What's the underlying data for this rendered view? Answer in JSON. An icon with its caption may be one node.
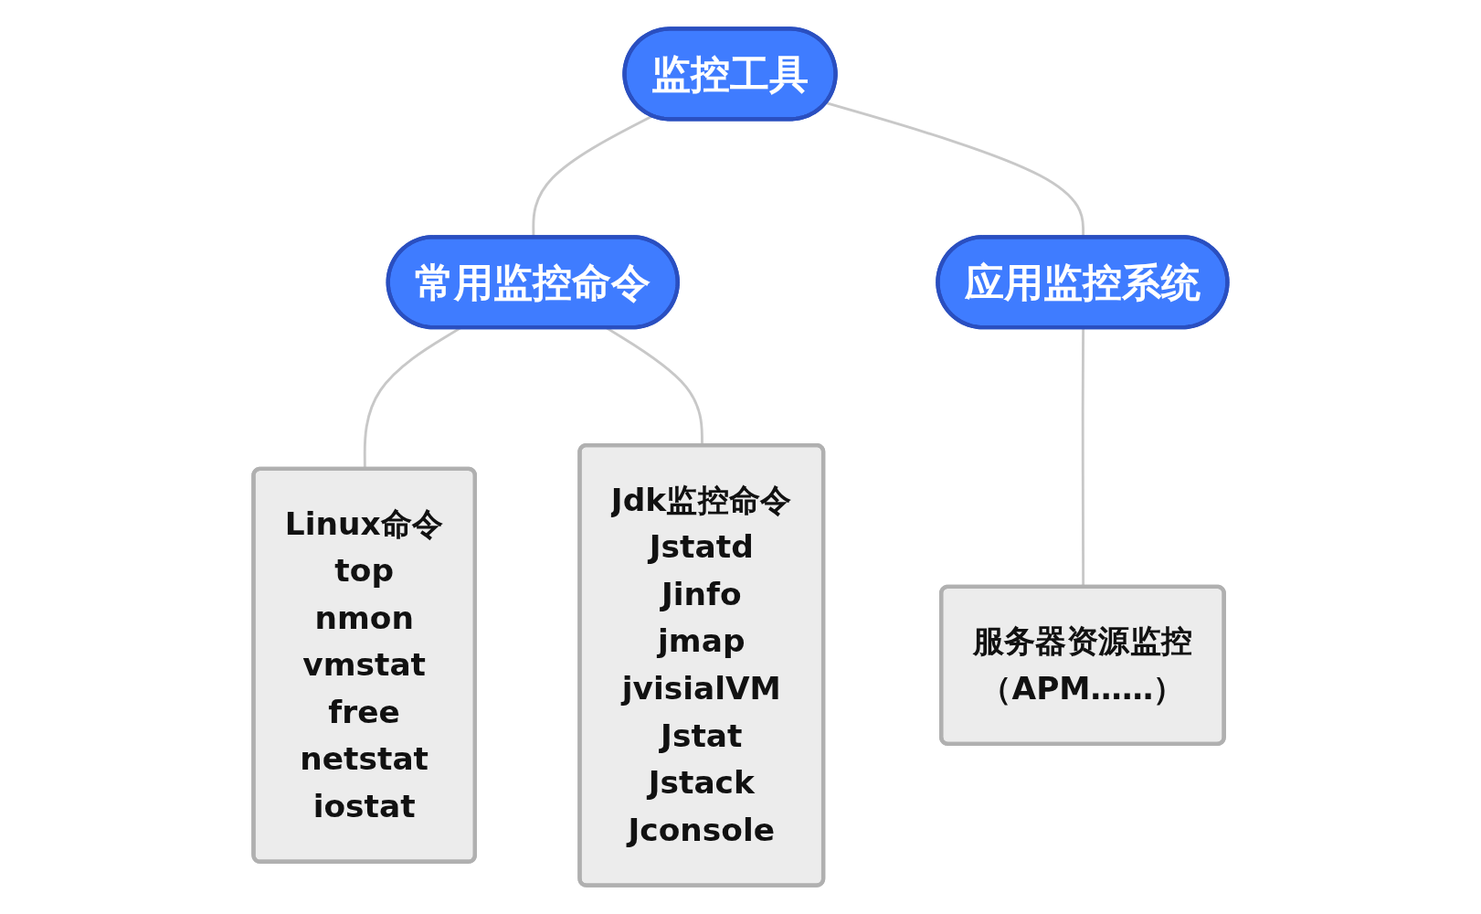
{
  "diagram": {
    "nodes": [
      {
        "text": [
          "监控工具"
        ]
      },
      {
        "text": [
          "常用监控命令"
        ]
      },
      {
        "text": [
          "应用监控系统"
        ]
      },
      {
        "text": [
          "Linux命令",
          "top",
          "nmon",
          "vmstat",
          "free",
          "netstat",
          "iostat"
        ]
      },
      {
        "text": [
          "Jdk监控命令",
          "Jstatd",
          "Jinfo",
          "jmap",
          "jvisialVM",
          "Jstat",
          "Jstack",
          "Jconsole"
        ]
      },
      {
        "text": [
          "服务器资源监控",
          "（APM……）"
        ]
      }
    ],
    "edges": [
      {
        "from": 0,
        "to": 1,
        "arrow": "none"
      },
      {
        "from": 0,
        "to": 2,
        "arrow": "none"
      },
      {
        "from": 1,
        "to": 3,
        "arrow": "none"
      },
      {
        "from": 1,
        "to": 4,
        "arrow": "none"
      },
      {
        "from": 2,
        "to": 5,
        "arrow": "none"
      }
    ]
  }
}
